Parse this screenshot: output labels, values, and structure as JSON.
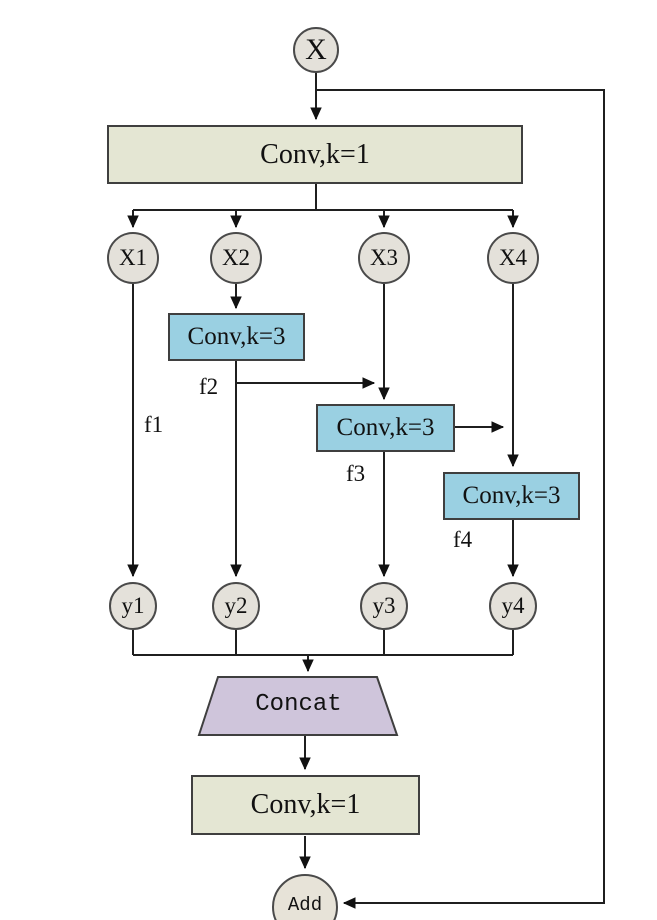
{
  "diagram": {
    "input_node": "X",
    "conv_top": "Conv,k=1",
    "split_nodes": [
      "X1",
      "X2",
      "X3",
      "X4"
    ],
    "conv3_boxes": [
      "Conv,k=3",
      "Conv,k=3",
      "Conv,k=3"
    ],
    "feature_labels": [
      "f1",
      "f2",
      "f3",
      "f4"
    ],
    "output_nodes": [
      "y1",
      "y2",
      "y3",
      "y4"
    ],
    "concat_label": "Concat",
    "conv_bottom": "Conv,k=1",
    "add_label": "Add",
    "colors": {
      "conv1_fill": "#e4e6d3",
      "conv3_fill": "#9ad0e2",
      "concat_fill": "#cfc5db",
      "node_fill": "#e4e1da",
      "line": "#1f1f1f",
      "border": "#3f3f3f"
    }
  }
}
